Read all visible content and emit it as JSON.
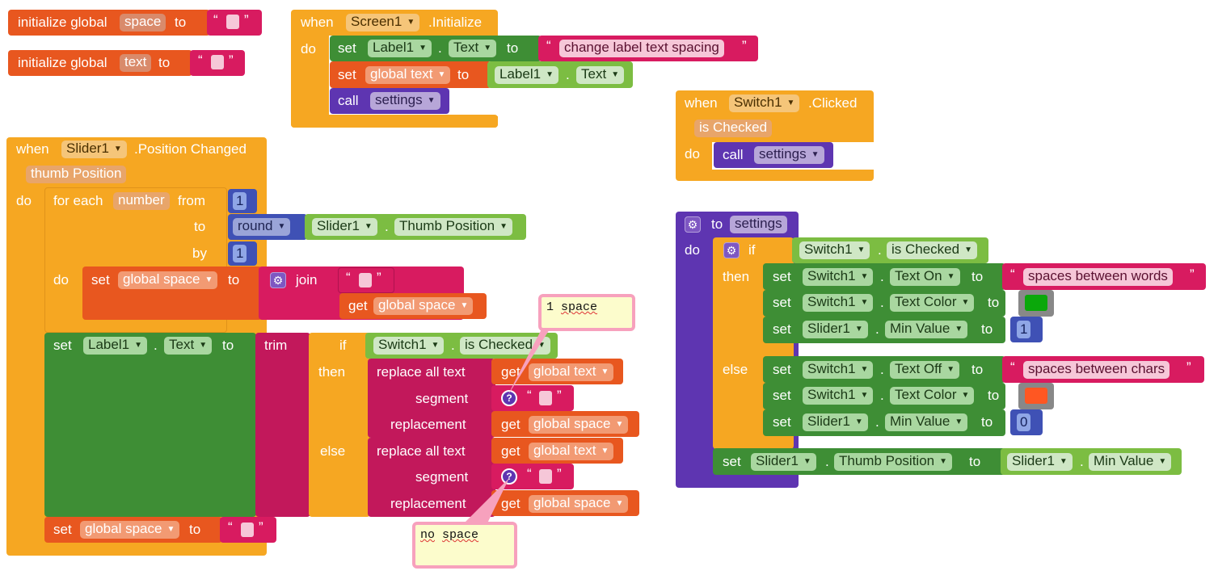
{
  "globals": [
    {
      "label_initialize": "initialize global",
      "name": "space",
      "label_to": "to",
      "quote_open": "“",
      "quote_close": "”"
    },
    {
      "label_initialize": "initialize global",
      "name": "text",
      "label_to": "to",
      "quote_open": "“",
      "quote_close": "”"
    }
  ],
  "screen_init": {
    "when": "when",
    "component": "Screen1",
    "event": ".Initialize",
    "do": "do",
    "set": "set",
    "label1": "Label1",
    "dot": ".",
    "text_prop": "Text",
    "to": "to",
    "string_value": "change label text spacing",
    "set2": "set",
    "global_text": "global text",
    "to2": "to",
    "label1b": "Label1",
    "text_prop2": "Text",
    "call": "call",
    "procedure": "settings"
  },
  "switch_clicked": {
    "when": "when",
    "component": "Switch1",
    "event": ".Clicked",
    "param": "is Checked",
    "do": "do",
    "call": "call",
    "procedure": "settings"
  },
  "slider_changed": {
    "when": "when",
    "component": "Slider1",
    "event": ".Position Changed",
    "param": "thumb Position",
    "do": "do",
    "for_each": "for each",
    "loop_var": "number",
    "from": "from",
    "from_value": "1",
    "to": "to",
    "round": "round",
    "slider": "Slider1",
    "thumb_pos": "Thumb Position",
    "by": "by",
    "by_value": "1",
    "loop_do": "do",
    "set": "set",
    "global_space": "global space",
    "join": "join",
    "get": "get",
    "get_global_space": "global space",
    "set_label": "set",
    "label1": "Label1",
    "text_prop": "Text",
    "to_label": "to",
    "trim": "trim",
    "if": "if",
    "switch": "Switch1",
    "is_checked": "is Checked",
    "then": "then",
    "else": "else",
    "replace_all": "replace all text",
    "segment": "segment",
    "replacement": "replacement",
    "get_text": "global text",
    "get_space": "global space",
    "final_set": "set",
    "final_global_space": "global space",
    "final_to": "to"
  },
  "comments": {
    "c1": {
      "prefix": "1 ",
      "word": "space"
    },
    "c2": {
      "word1": "no",
      "word2": "space"
    }
  },
  "settings_proc": {
    "to": "to",
    "name": "settings",
    "do": "do",
    "if": "if",
    "then": "then",
    "else": "else",
    "switch": "Switch1",
    "is_checked": "is Checked",
    "then_rows": [
      {
        "set": "set",
        "comp": "Switch1",
        "prop": "Text On",
        "to": "to",
        "value": "spaces between words"
      },
      {
        "set": "set",
        "comp": "Switch1",
        "prop": "Text Color",
        "to": "to",
        "color": "#0aa80a"
      },
      {
        "set": "set",
        "comp": "Slider1",
        "prop": "Min Value",
        "to": "to",
        "value": "1"
      }
    ],
    "else_rows": [
      {
        "set": "set",
        "comp": "Switch1",
        "prop": "Text Off",
        "to": "to",
        "value": "spaces between chars"
      },
      {
        "set": "set",
        "comp": "Switch1",
        "prop": "Text Color",
        "to": "to",
        "color": "#ff5722"
      },
      {
        "set": "set",
        "comp": "Slider1",
        "prop": "Min Value",
        "to": "to",
        "value": "0"
      }
    ],
    "final": {
      "set": "set",
      "comp": "Slider1",
      "prop": "Thumb Position",
      "to": "to",
      "comp2": "Slider1",
      "prop2": "Min Value"
    }
  },
  "colors": {
    "variable_orange": "#e8571f",
    "text_magenta": "#d81b60",
    "control_amber": "#f6a722",
    "component_green": "#3e8e35",
    "getter_lime": "#7cbd42",
    "procedure_purple": "#5e35b1",
    "math_blue": "#3f51b5"
  }
}
